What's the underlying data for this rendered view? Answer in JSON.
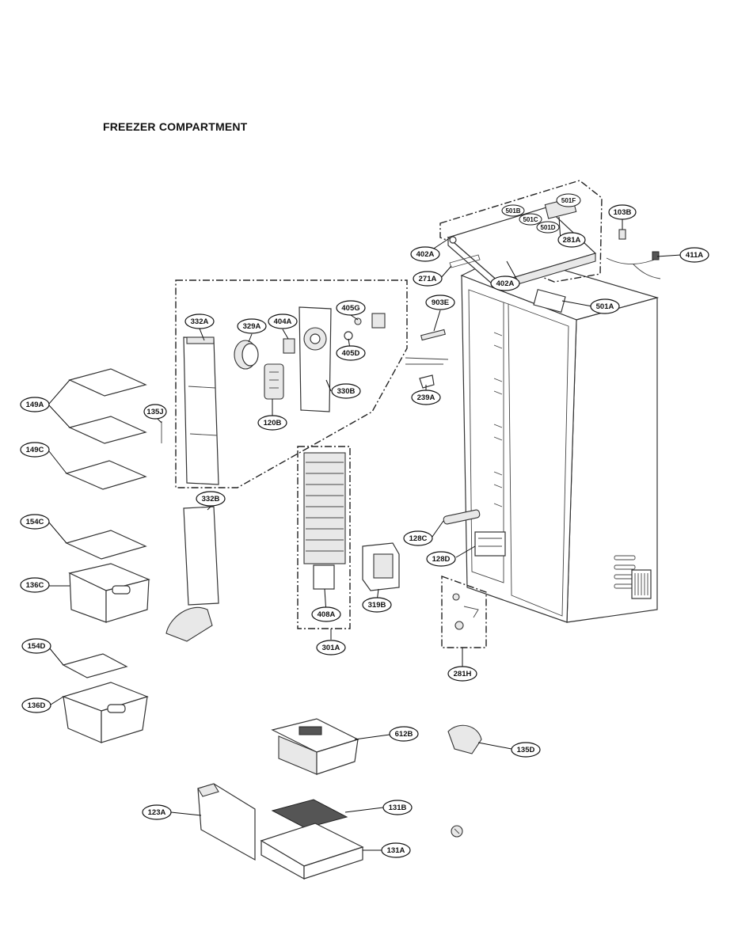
{
  "title": "FREEZER COMPARTMENT",
  "callouts": {
    "c501F": "501F",
    "c501B": "501B",
    "c501C": "501C",
    "c501D": "501D",
    "c281A": "281A",
    "c103B": "103B",
    "c402A_top": "402A",
    "c411A": "411A",
    "c271A": "271A",
    "c402A_mid": "402A",
    "c501A": "501A",
    "c903E": "903E",
    "c332A": "332A",
    "c329A": "329A",
    "c404A": "404A",
    "c405G": "405G",
    "c405D": "405D",
    "c330B": "330B",
    "c120B": "120B",
    "c239A": "239A",
    "c149A": "149A",
    "c135J": "135J",
    "c149C": "149C",
    "c332B": "332B",
    "c154C": "154C",
    "c128C": "128C",
    "c128D": "128D",
    "c136C": "136C",
    "c319B": "319B",
    "c408A": "408A",
    "c301A": "301A",
    "c281H": "281H",
    "c154D": "154D",
    "c136D": "136D",
    "c612B": "612B",
    "c135D": "135D",
    "c123A": "123A",
    "c131B": "131B",
    "c131A": "131A"
  },
  "icons": {
    "grounding": "grounding-symbol-icon"
  }
}
